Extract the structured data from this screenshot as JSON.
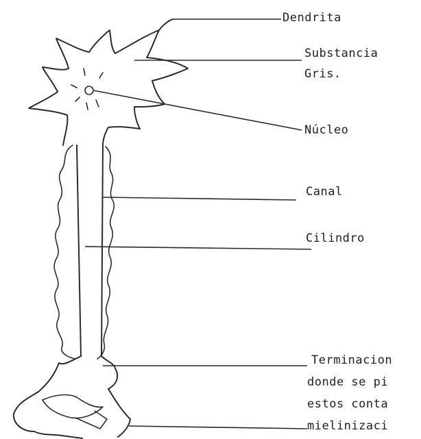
{
  "labels": {
    "dendrita": "Dendrita",
    "substancia_line1": "Substancia",
    "substancia_line2": "Gris.",
    "nucleo": "Núcleo",
    "canal": "Canal",
    "cilindro": "Cilindro",
    "terminacion_line1": "Terminacion",
    "terminacion_line2": "donde se pi",
    "terminacion_line3": "estos conta",
    "terminacion_line4": "mielinizaci"
  }
}
